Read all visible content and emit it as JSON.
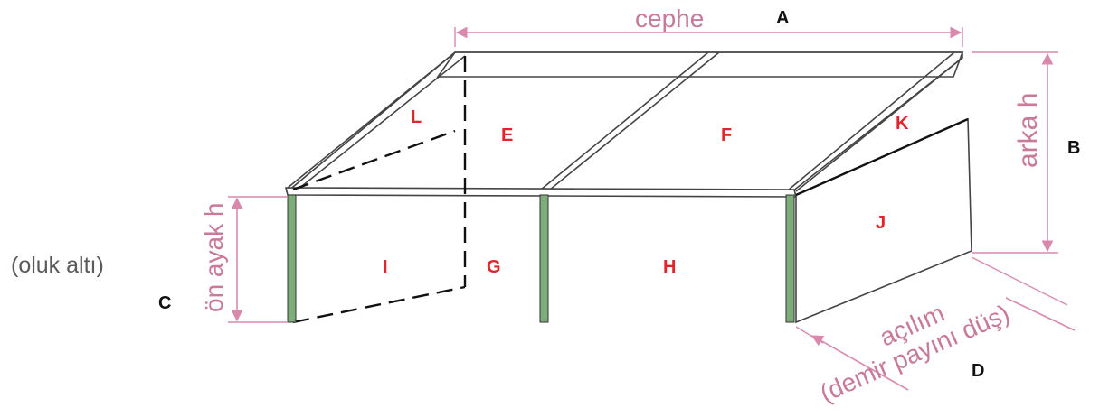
{
  "dimensions": {
    "front_label": "cephe",
    "front_letter": "A",
    "back_height_label": "arka h",
    "back_height_letter": "B",
    "front_leg_label": "ön ayak h",
    "front_leg_letter": "C",
    "gutter_note": "(oluk altı)",
    "span_label": "açılım",
    "span_note": "(demir payını düş)",
    "span_letter": "D"
  },
  "panels": {
    "L": "L",
    "E": "E",
    "F": "F",
    "K": "K",
    "I": "I",
    "G": "G",
    "H": "H",
    "J": "J"
  },
  "colors": {
    "dimension": "#d889ad",
    "panel_label": "#e0262c",
    "post": "#7cae7a",
    "frame": "#444444"
  }
}
